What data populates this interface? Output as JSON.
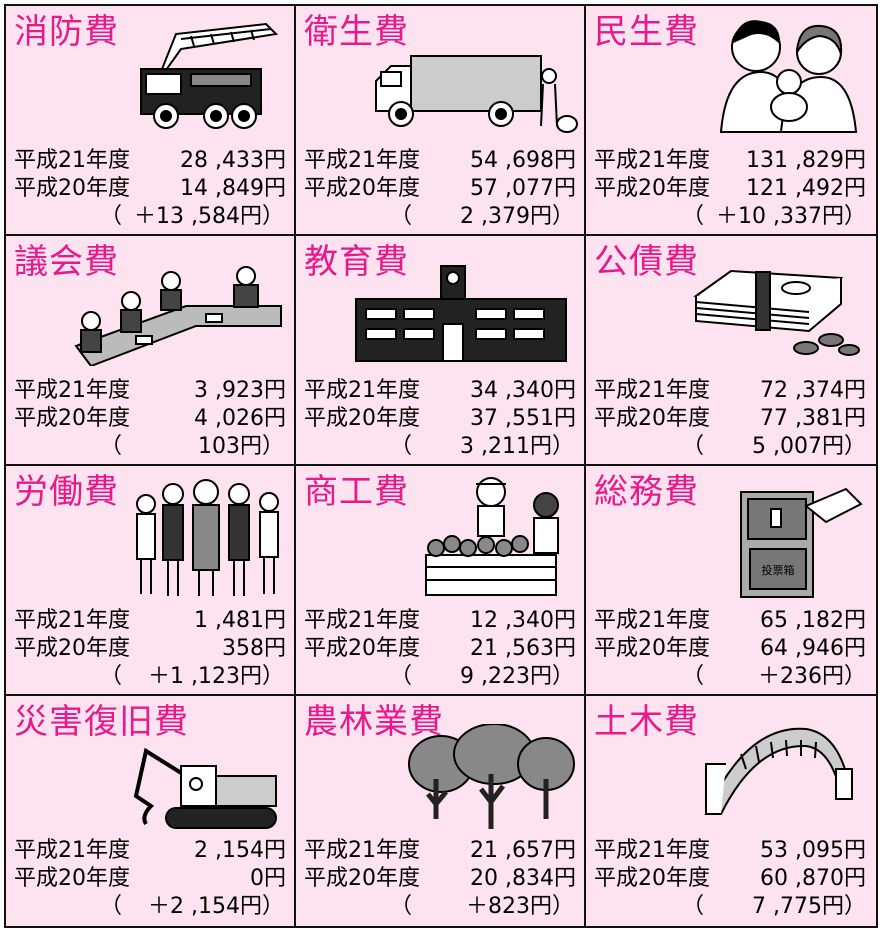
{
  "items": [
    {
      "title": "消防費",
      "label21": "平成21年度",
      "val21": "28 ,433円",
      "label20": "平成20年度",
      "val20": "14 ,849円",
      "diff": "＋13 ,584円",
      "icon": "fire-truck-icon"
    },
    {
      "title": "衛生費",
      "label21": "平成21年度",
      "val21": "54 ,698円",
      "label20": "平成20年度",
      "val20": "57 ,077円",
      "diff": "2 ,379円",
      "icon": "garbage-truck-icon"
    },
    {
      "title": "民生費",
      "label21": "平成21年度",
      "val21": "131 ,829円",
      "label20": "平成20年度",
      "val20": "121 ,492円",
      "diff": "＋10 ,337円",
      "icon": "family-icon"
    },
    {
      "title": "議会費",
      "label21": "平成21年度",
      "val21": "3 ,923円",
      "label20": "平成20年度",
      "val20": "4 ,026円",
      "diff": "103円",
      "icon": "assembly-icon"
    },
    {
      "title": "教育費",
      "label21": "平成21年度",
      "val21": "34 ,340円",
      "label20": "平成20年度",
      "val20": "37 ,551円",
      "diff": "3 ,211円",
      "icon": "school-icon"
    },
    {
      "title": "公債費",
      "label21": "平成21年度",
      "val21": "72 ,374円",
      "label20": "平成20年度",
      "val20": "77 ,381円",
      "diff": "5 ,007円",
      "icon": "money-icon"
    },
    {
      "title": "労働費",
      "label21": "平成21年度",
      "val21": "1 ,481円",
      "label20": "平成20年度",
      "val20": "358円",
      "diff": "＋1 ,123円",
      "icon": "workers-icon"
    },
    {
      "title": "商工費",
      "label21": "平成21年度",
      "val21": "12 ,340円",
      "label20": "平成20年度",
      "val20": "21 ,563円",
      "diff": "9 ,223円",
      "icon": "market-icon"
    },
    {
      "title": "総務費",
      "label21": "平成21年度",
      "val21": "65 ,182円",
      "label20": "平成20年度",
      "val20": "64 ,946円",
      "diff": "＋236円",
      "icon": "ballot-box-icon",
      "ballot_label": "投票箱"
    },
    {
      "title": "災害復旧費",
      "label21": "平成21年度",
      "val21": "2 ,154円",
      "label20": "平成20年度",
      "val20": "0円",
      "diff": "＋2 ,154円",
      "icon": "excavator-icon"
    },
    {
      "title": "農林業費",
      "label21": "平成21年度",
      "val21": "21 ,657円",
      "label20": "平成20年度",
      "val20": "20 ,834円",
      "diff": "＋823円",
      "icon": "trees-icon"
    },
    {
      "title": "土木費",
      "label21": "平成21年度",
      "val21": "53 ,095円",
      "label20": "平成20年度",
      "val20": "60 ,870円",
      "diff": "7 ,775円",
      "icon": "bridge-icon"
    }
  ],
  "paren_open": "（",
  "paren_close": "）",
  "colors": {
    "title": "#e8198b",
    "cell_bg": "#fde3ef",
    "border": "#111111"
  }
}
